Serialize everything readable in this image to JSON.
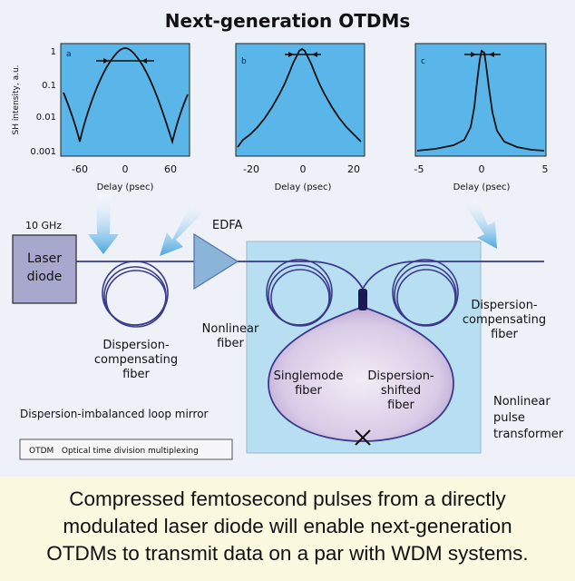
{
  "title": "Next-generation OTDMs",
  "plots": {
    "y_label": "SH intensity, a.u.",
    "y_ticks": [
      "1",
      "0.1",
      "0.01",
      "0.001"
    ],
    "panels": [
      {
        "label": "a",
        "x_label": "Delay (psec)",
        "x_ticks": [
          "-60",
          "0",
          "60"
        ]
      },
      {
        "label": "b",
        "x_label": "Delay (psec)",
        "x_ticks": [
          "-20",
          "0",
          "20"
        ]
      },
      {
        "label": "c",
        "x_label": "Delay (psec)",
        "x_ticks": [
          "-5",
          "0",
          "5"
        ]
      }
    ]
  },
  "diagram": {
    "rep_rate": "10 GHz",
    "laser": [
      "Laser",
      "diode"
    ],
    "edfa": "EDFA",
    "dcf1": [
      "Dispersion-",
      "compensating",
      "fiber"
    ],
    "loop_mirror": "Dispersion-imbalanced loop mirror",
    "nonlinear_fiber": [
      "Nonlinear",
      "fiber"
    ],
    "dcf2": [
      "Dispersion-",
      "compensating",
      "fiber"
    ],
    "singlemode": [
      "Singlemode",
      "fiber"
    ],
    "dsf": [
      "Dispersion-",
      "shifted",
      "fiber"
    ],
    "npt": [
      "Nonlinear",
      "pulse",
      "transformer"
    ],
    "legend": "OTDM   Optical time division multiplexing"
  },
  "caption": [
    "Compressed femtosecond pulses from a directly",
    "modulated laser diode will enable next-generation",
    "OTDMs to transmit data on a par with WDM systems."
  ],
  "colors": {
    "plot_bg": "#5ab6e8",
    "fiber": "#3a3a8c",
    "npt_box": "#b8def2",
    "loop_fill": "#c1acd8",
    "arrow": "#6fb8e8",
    "caption_bg": "#fbf9e0"
  }
}
